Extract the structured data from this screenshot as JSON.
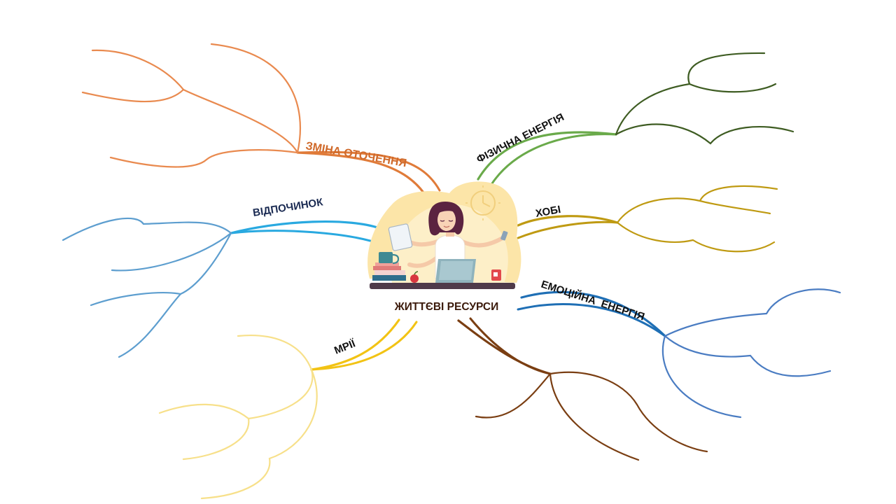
{
  "center": {
    "title": "ЖИТТЄВІ РЕСУРСИ",
    "illustration": "woman-multitasking-at-desk-illustration"
  },
  "branches": [
    {
      "id": "environment",
      "label": "ЗМІНА ОТОЧЕННЯ",
      "color": "#E07B39"
    },
    {
      "id": "physical",
      "label": "ФІЗИЧНА ЕНЕРГІЯ",
      "color": "#6AAA4A"
    },
    {
      "id": "rest",
      "label": "ВІДПОЧИНОК",
      "color": "#29A9E0"
    },
    {
      "id": "hobby",
      "label": "ХОБІ",
      "color": "#BF9A12"
    },
    {
      "id": "emotional",
      "label": "ЕМОЦІЙНА  ЕНЕРГІЯ",
      "color": "#1F6FB5"
    },
    {
      "id": "dreams",
      "label": "МРІЇ",
      "color": "#F2C314"
    },
    {
      "id": "unnamed",
      "label": "",
      "color": "#7A3E12"
    }
  ]
}
